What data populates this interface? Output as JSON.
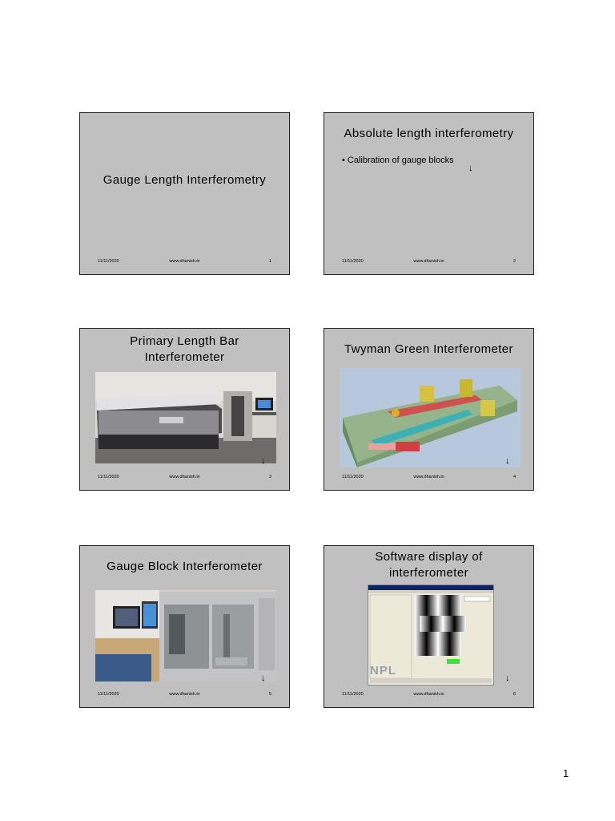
{
  "slides": [
    {
      "title": "Gauge Length Interferometry",
      "date": "11/11/2020",
      "url": "www.dhanish.in",
      "number": "1"
    },
    {
      "title": "Absolute length interferometry",
      "bullet": "• Calibration of gauge blocks",
      "date": "11/11/2020",
      "url": "www.dhanish.in",
      "number": "2"
    },
    {
      "title_line1": "Primary Length Bar",
      "title_line2": "Interferometer",
      "date": "11/11/2020",
      "url": "www.dhanish.in",
      "number": "3"
    },
    {
      "title": "Twyman Green Interferometer",
      "date": "11/11/2020",
      "url": "www.dhanish.in",
      "number": "4"
    },
    {
      "title": "Gauge Block Interferometer",
      "date": "11/11/2020",
      "url": "www.dhanish.in",
      "number": "5"
    },
    {
      "title_line1": "Software display of",
      "title_line2": "interferometer",
      "logo": "NPL",
      "date": "11/11/2020",
      "url": "www.dhanish.in",
      "number": "6"
    }
  ],
  "page_number": "1",
  "cursor_glyph": "↓"
}
